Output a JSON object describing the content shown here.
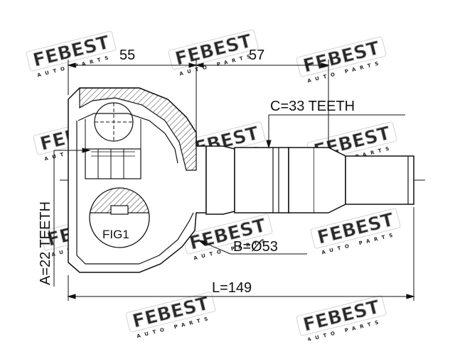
{
  "drawing": {
    "dimensions": {
      "top_left": "55",
      "top_right": "57",
      "overall_length": "L=149",
      "diameter": "B=Ø53"
    },
    "labels": {
      "outer_spline": "C=33 TEETH",
      "inner_spline": "A=22 TEETH",
      "detail": "FIG1"
    },
    "watermark": {
      "brand": "FEBEST",
      "sub": "AUTO PARTS"
    }
  },
  "colors": {
    "line": "#111111",
    "hatch": "#222222",
    "watermark": "#d9d9d9",
    "background": "#ffffff"
  }
}
